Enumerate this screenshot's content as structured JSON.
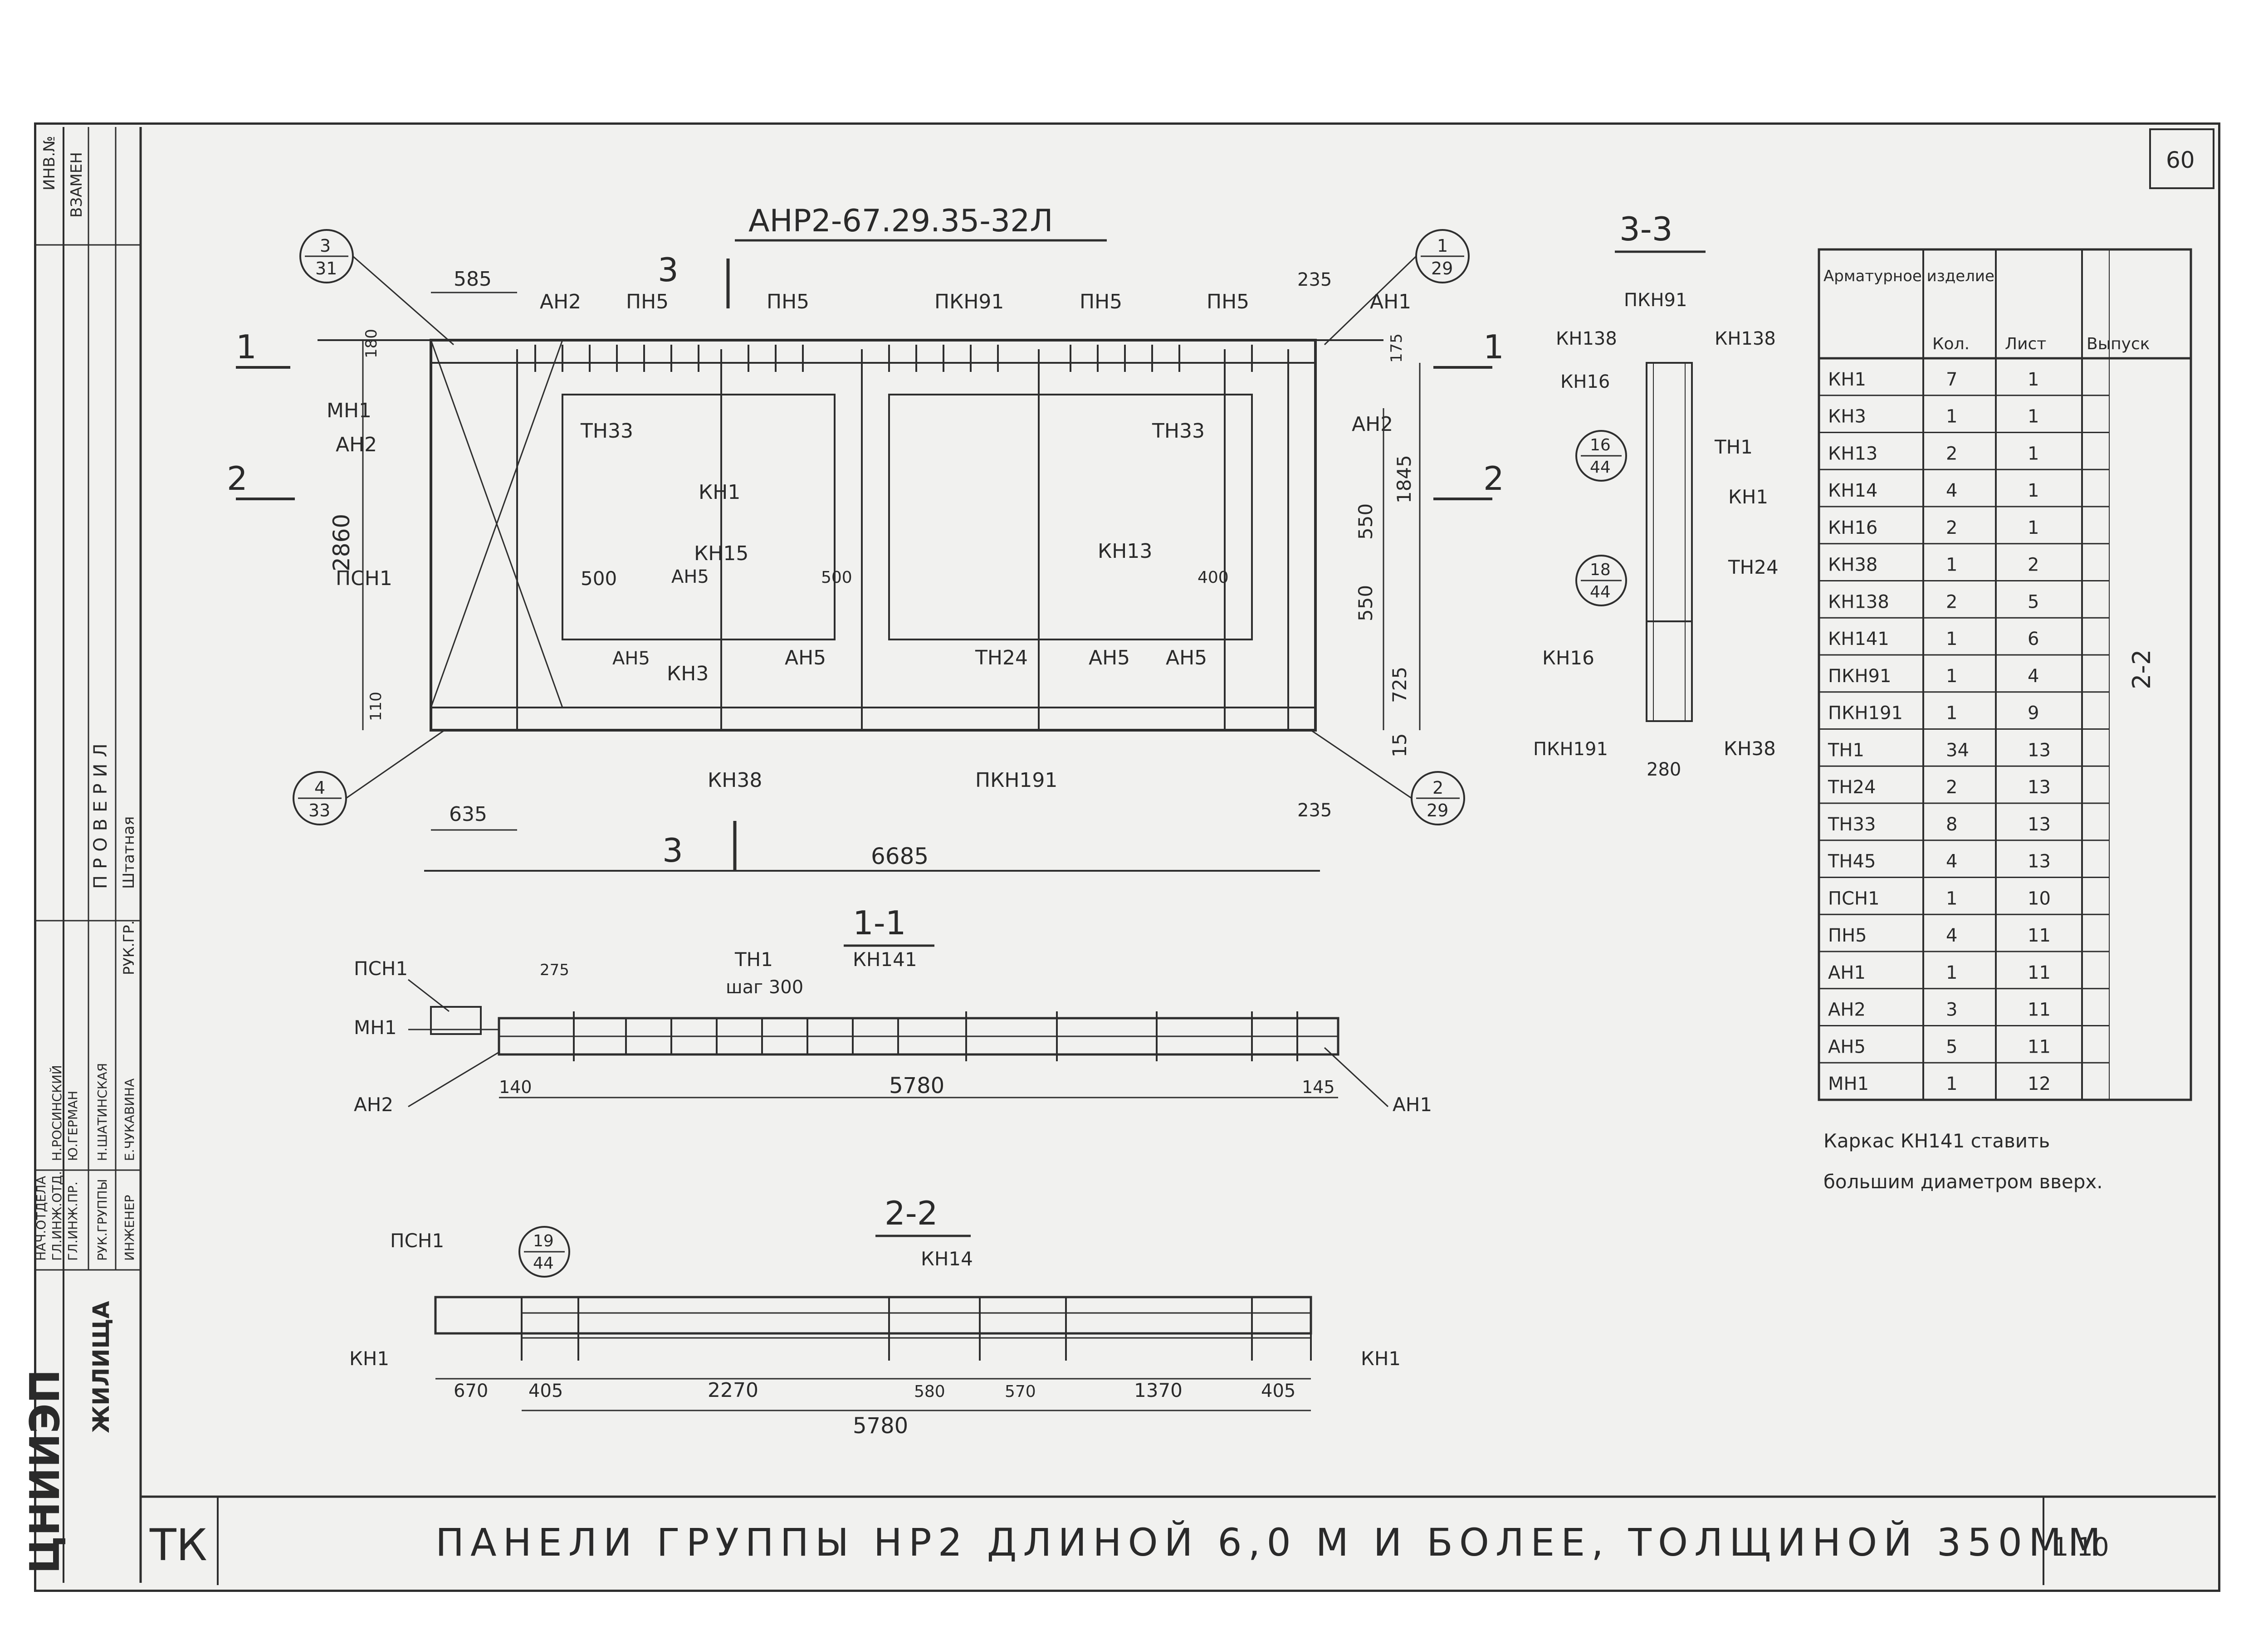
{
  "sheet": {
    "number": "60",
    "org": "ЦНИИЭП",
    "org_sub": "ЖИЛИЩА",
    "code": "ТК",
    "title": "ПАНЕЛИ ГРУППЫ НР2 ДЛИНОЙ 6,0 М И БОЛЕЕ, ТОЛЩИНОЙ 350ММ",
    "issue": "1.10"
  },
  "stamp": {
    "invent_label": "ИНВ.№",
    "invent_value": "ВЗАМЕН",
    "check_label": "ПРОВЕРИЛ",
    "check_value": "Штатная",
    "roles": [
      "НАЧ.ОТДЕЛА",
      "ГЛ.ИНЖ.ОТД.",
      "ГЛ.ИНЖ.ПР.",
      "РУК.ГРУППЫ",
      "ИНЖЕНЕР"
    ],
    "names": [
      "",
      "Н.РОСИНСКИЙ",
      "Ю.ГЕРМАН",
      "Н.ШАТИНСКАЯ",
      "Е.ЧУКАВИНА"
    ],
    "ruk_label": "РУК.ГР."
  },
  "elevation": {
    "title": "АНР2-67.29.35-32Л",
    "cut_markers": [
      "1",
      "1",
      "2",
      "2",
      "3",
      "3"
    ],
    "callouts": [
      {
        "top": "3",
        "bottom": "31"
      },
      {
        "top": "1",
        "bottom": "29"
      },
      {
        "top": "4",
        "bottom": "33"
      },
      {
        "top": "2",
        "bottom": "29"
      }
    ],
    "labels": {
      "an2": "АН2",
      "pn5": "ПН5",
      "pkn91": "ПКН91",
      "an1": "АН1",
      "mn1": "МН1",
      "tn33": "ТН33",
      "psn1": "ПСН1",
      "kn1": "КН1",
      "kn15": "КН15",
      "an5": "АН5",
      "kn3": "КН3",
      "kn13": "КН13",
      "tn24": "ТН24",
      "kn38": "КН38",
      "pkn191": "ПКН191"
    },
    "dims": {
      "d585": "585",
      "d235": "235",
      "d180": "180",
      "d175": "175",
      "d2860": "2860",
      "d1845": "1845",
      "d550": "550",
      "d725": "725",
      "d15": "15",
      "d110": "110",
      "d635": "635",
      "d6685": "6685",
      "d500": "500",
      "d400": "400"
    }
  },
  "section33": {
    "title": "3-3",
    "callouts": [
      {
        "top": "16",
        "bottom": "44"
      },
      {
        "top": "18",
        "bottom": "44"
      }
    ],
    "labels": {
      "pkn91": "ПКН91",
      "kn138": "КН138",
      "kn16": "КН16",
      "tn1": "ТН1",
      "kn1": "КН1",
      "tn24": "ТН24",
      "pkn191": "ПКН191",
      "kn38": "КН38"
    },
    "dim": "280"
  },
  "section11": {
    "title": "1-1",
    "labels": {
      "psn1": "ПСН1",
      "tn1": "ТН1",
      "step": "шаг 300",
      "kn141": "КН141",
      "mn1": "МН1",
      "an2": "АН2",
      "an1": "АН1"
    },
    "dims": {
      "d275": "275",
      "d140": "140",
      "d5780": "5780",
      "d145": "145"
    }
  },
  "section22": {
    "title": "2-2",
    "callout": {
      "top": "19",
      "bottom": "44"
    },
    "labels": {
      "psn1": "ПСН1",
      "kn14": "КН14",
      "kn1_left": "КН1",
      "kn1_right": "КН1"
    },
    "dims": [
      "670",
      "405",
      "2270",
      "580",
      "570",
      "1370",
      "405"
    ],
    "total": "5780"
  },
  "table": {
    "headers": [
      "Арматурное изделие",
      "Кол.",
      "Лист",
      "Выпуск"
    ],
    "rows": [
      [
        "КН1",
        "7",
        "1"
      ],
      [
        "КН3",
        "1",
        "1"
      ],
      [
        "КН13",
        "2",
        "1"
      ],
      [
        "КН14",
        "4",
        "1"
      ],
      [
        "КН16",
        "2",
        "1"
      ],
      [
        "КН38",
        "1",
        "2"
      ],
      [
        "КН138",
        "2",
        "5"
      ],
      [
        "КН141",
        "1",
        "6"
      ],
      [
        "ПКН91",
        "1",
        "4"
      ],
      [
        "ПКН191",
        "1",
        "9"
      ],
      [
        "ТН1",
        "34",
        "13"
      ],
      [
        "ТН24",
        "2",
        "13"
      ],
      [
        "ТН33",
        "8",
        "13"
      ],
      [
        "ТН45",
        "4",
        "13"
      ],
      [
        "ПСН1",
        "1",
        "10"
      ],
      [
        "ПН5",
        "4",
        "11"
      ],
      [
        "АН1",
        "1",
        "11"
      ],
      [
        "АН2",
        "3",
        "11"
      ],
      [
        "АН5",
        "5",
        "11"
      ],
      [
        "МН1",
        "1",
        "12"
      ]
    ],
    "release": "2-2"
  },
  "note": {
    "line1": "Каркас КН141 ставить",
    "line2": "большим диаметром вверх."
  }
}
